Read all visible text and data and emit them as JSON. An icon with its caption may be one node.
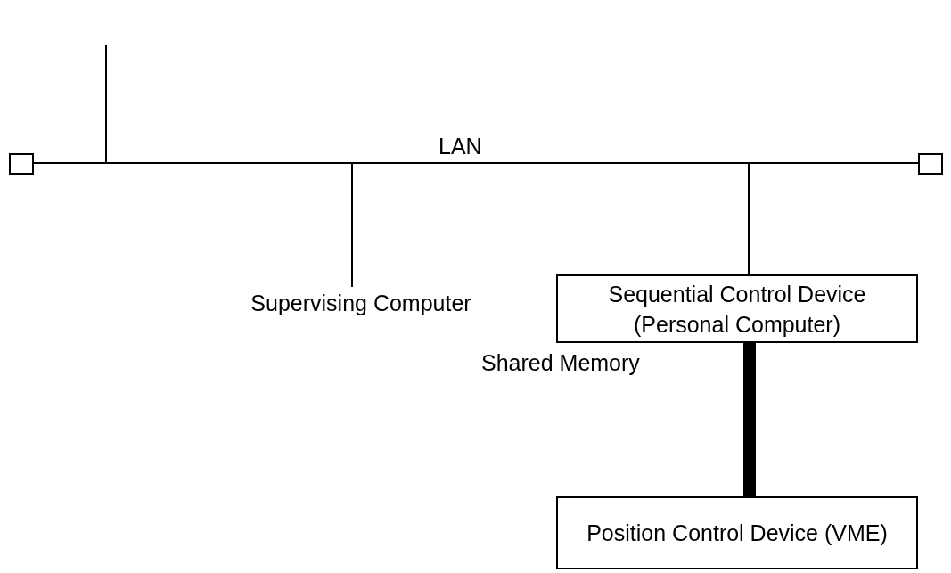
{
  "diagram": {
    "nodes": [
      {
        "text": [
          "LAN"
        ]
      },
      {
        "text": [],
        "shape": "box"
      },
      {
        "text": [],
        "shape": "box"
      },
      {
        "text": [
          "Supervising Computer"
        ]
      },
      {
        "text": [
          "Sequential Control Device (Personal Computer)"
        ]
      },
      {
        "text": [
          "Position Control Device (VME)"
        ]
      }
    ],
    "edges": [
      {
        "from": null,
        "to": 0,
        "arrow": "none"
      },
      {
        "from": 0,
        "to": 3,
        "arrow": "none"
      },
      {
        "from": 0,
        "to": 4,
        "arrow": "none"
      },
      {
        "from": 4,
        "to": 5,
        "arrow": "none",
        "style": "thick",
        "label": "Shared Memory"
      }
    ]
  }
}
